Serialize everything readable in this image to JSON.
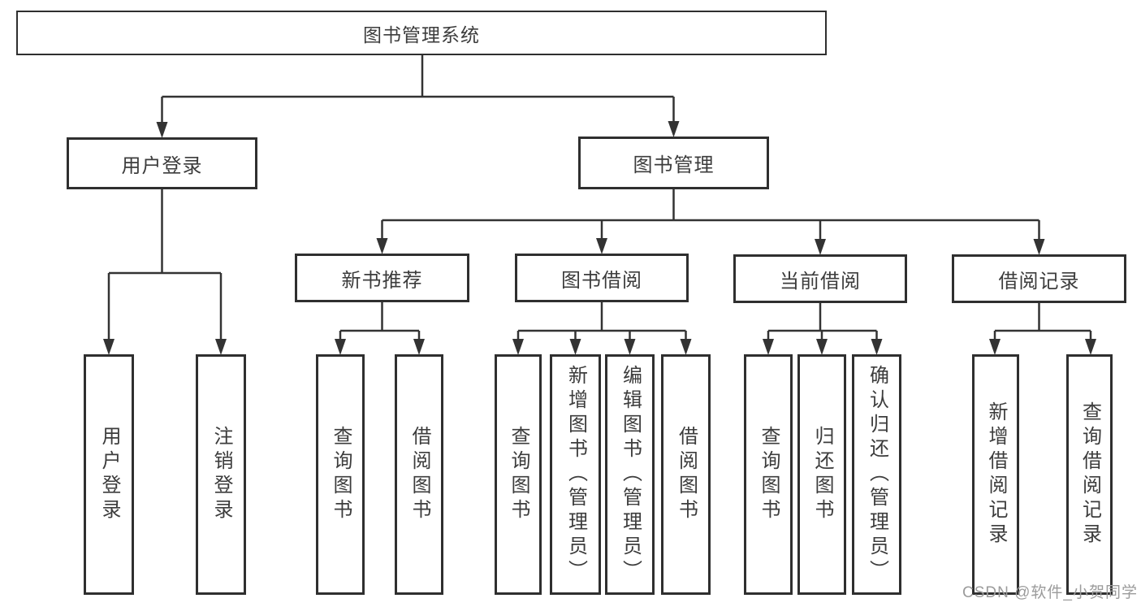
{
  "diagram": {
    "root": "图书管理系统",
    "groups": [
      {
        "label": "用户登录",
        "items": [
          "用户登录",
          "注销登录"
        ]
      },
      {
        "label": "图书管理",
        "subgroups": [
          {
            "label": "新书推荐",
            "items": [
              "查询图书",
              "借阅图书"
            ]
          },
          {
            "label": "图书借阅",
            "items": [
              "查询图书",
              "新增图书（管理员）",
              "编辑图书（管理员）",
              "借阅图书"
            ]
          },
          {
            "label": "当前借阅",
            "items": [
              "查询图书",
              "归还图书",
              "确认归还（管理员）"
            ]
          },
          {
            "label": "借阅记录",
            "items": [
              "新增借阅记录",
              "查询借阅记录"
            ]
          }
        ]
      }
    ]
  },
  "watermark": {
    "text": "CSDN @软件_小贺同学"
  },
  "colors": {
    "line": "#333333",
    "box_border": "#2f2f2f",
    "text": "#3c3c3c",
    "watermark": "#9b9b9b",
    "background": "#ffffff"
  }
}
